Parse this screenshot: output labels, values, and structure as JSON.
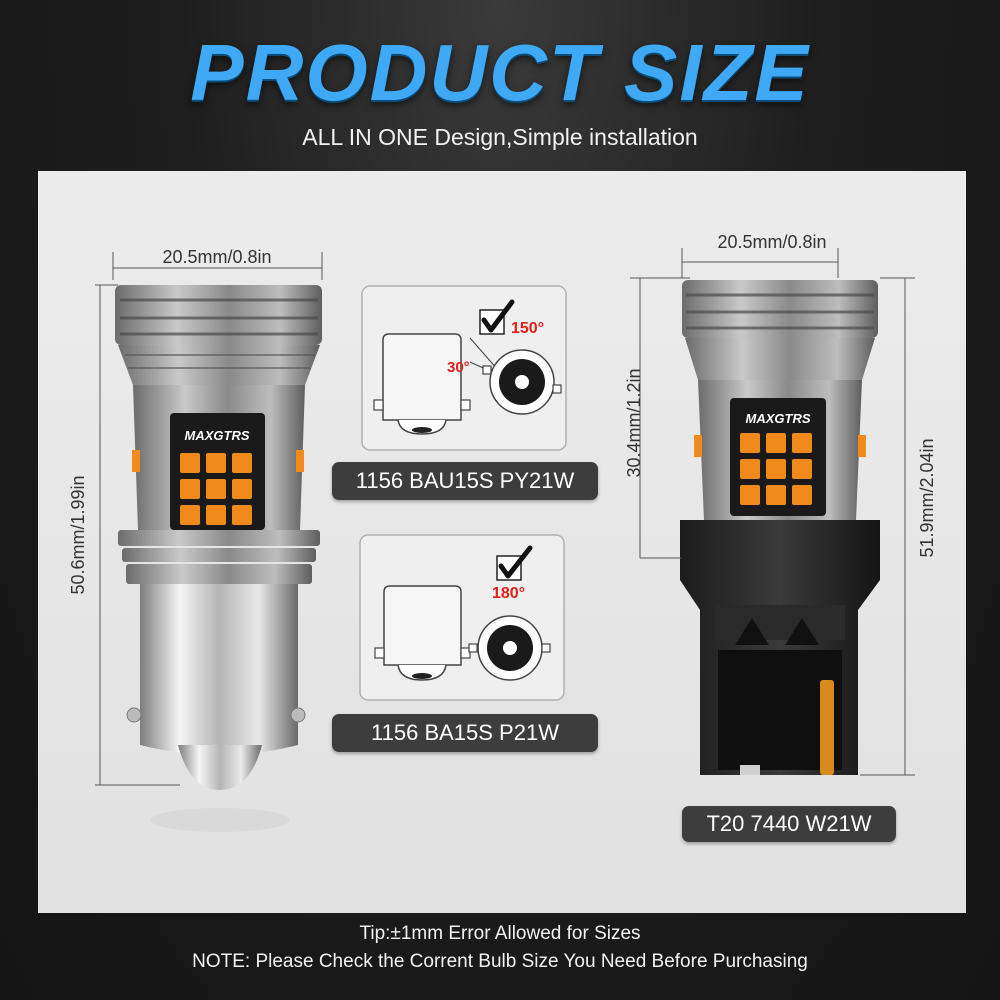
{
  "header": {
    "title": "PRODUCT SIZE",
    "subtitle": "ALL IN ONE Design,Simple installation"
  },
  "left_bulb": {
    "width_label": "20.5mm/0.8in",
    "height_label": "50.6mm/1.99in",
    "brand": "MAXGTRS"
  },
  "right_bulb": {
    "width_label": "20.5mm/0.8in",
    "inner_height_label": "30.4mm/1.2in",
    "height_label": "51.9mm/2.04in",
    "brand": "MAXGTRS",
    "model_label": "T20 7440 W21W"
  },
  "socket_top": {
    "angle_main": "150°",
    "angle_offset": "30°",
    "model_label": "1156 BAU15S PY21W"
  },
  "socket_bottom": {
    "angle_main": "180°",
    "model_label": "1156 BA15S P21W"
  },
  "footer": {
    "tip": "Tip:±1mm Error Allowed for Sizes",
    "note": "NOTE: Please Check the Corrent Bulb Size You Need Before Purchasing"
  },
  "colors": {
    "title_blue": "#3fa9f5",
    "led_amber": "#f08a1c",
    "angle_red": "#e0201a",
    "label_bg": "#3d3d3d"
  }
}
